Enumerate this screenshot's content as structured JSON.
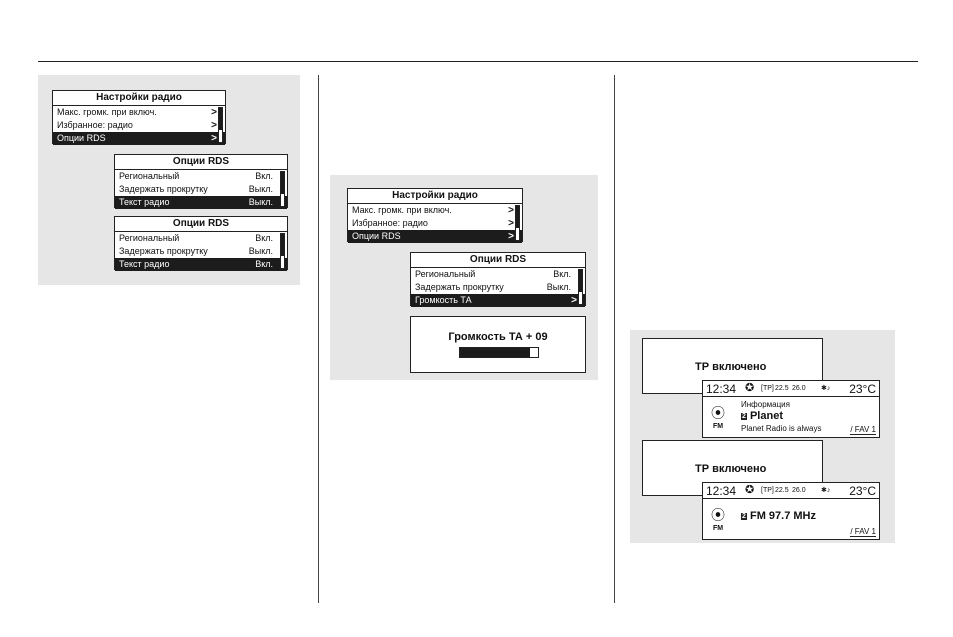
{
  "page": {
    "rule_color": "#222222",
    "panel_bg": "#e6e6e6",
    "highlight": "#1c1c1c"
  },
  "radio_settings": {
    "title": "Настройки радио",
    "items": [
      "Макс. громк. при включ.",
      "Избранное: радио",
      "Опции RDS"
    ]
  },
  "rds_a": {
    "title": "Опции RDS",
    "rows": [
      {
        "label": "Региональный",
        "value": "Вкл."
      },
      {
        "label": "Задержать прокрутку",
        "value": "Выкл."
      },
      {
        "label": "Текст радио",
        "value": "Выкл."
      }
    ]
  },
  "rds_b": {
    "title": "Опции RDS",
    "rows": [
      {
        "label": "Региональный",
        "value": "Вкл."
      },
      {
        "label": "Задержать прокрутку",
        "value": "Выкл."
      },
      {
        "label": "Текст радио",
        "value": "Вкл."
      }
    ]
  },
  "rds_c": {
    "title": "Опции RDS",
    "rows": [
      {
        "label": "Региональный",
        "value": "Вкл."
      },
      {
        "label": "Задержать прокрутку",
        "value": "Выкл."
      },
      {
        "label": "Громкость ТА",
        "value": ""
      }
    ]
  },
  "ta_volume": {
    "label": "Громкость ТА + 09",
    "level": 0.9
  },
  "tp_a": {
    "notice": "ТР включено",
    "time": "12:34",
    "temp1": "22.5",
    "temp2": "26.0",
    "tag": "[TP]",
    "outside_temp": "23°C",
    "band": "FM",
    "category": "Информация",
    "preset_num": "2",
    "station": "Planet",
    "radiotext": "Planet Radio is always",
    "fav": "FAV 1"
  },
  "tp_b": {
    "notice": "ТР включено",
    "time": "12:34",
    "temp1": "22.5",
    "temp2": "26.0",
    "tag": "[TP]",
    "outside_temp": "23°C",
    "band": "FM",
    "preset_num": "2",
    "station": "FM 97.7 MHz",
    "fav": "FAV 1"
  }
}
